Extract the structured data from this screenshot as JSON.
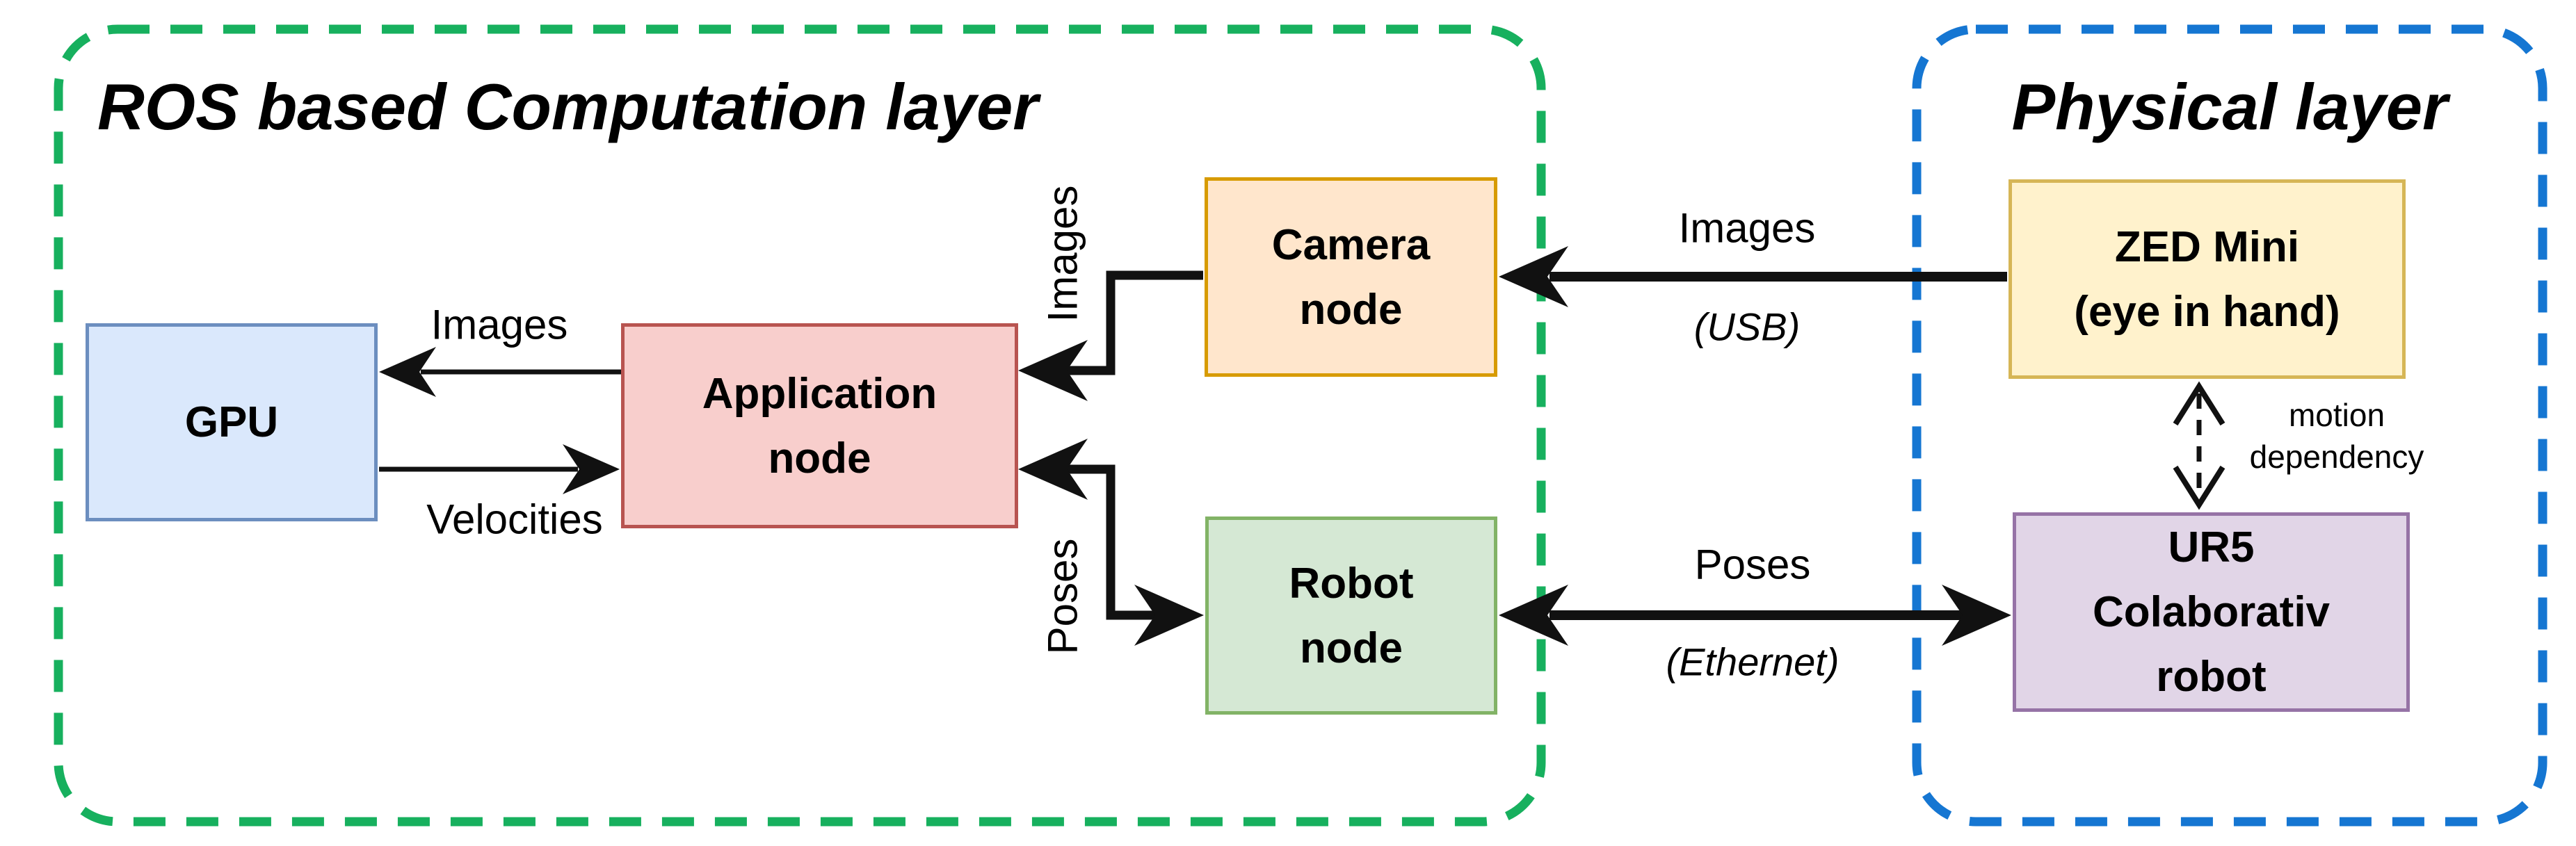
{
  "diagram": {
    "computation_layer": {
      "title": "ROS based Computation layer",
      "border_color": "#17B05E"
    },
    "physical_layer": {
      "title": "Physical layer",
      "border_color": "#1576D2"
    },
    "nodes": {
      "gpu": {
        "label": "GPU",
        "fill": "#DAE8FC",
        "stroke": "#6C8EBF"
      },
      "application": {
        "label": "Application\nnode",
        "fill": "#F8CECC",
        "stroke": "#B85450"
      },
      "camera": {
        "label": "Camera\nnode",
        "fill": "#FFE6CC",
        "stroke": "#D79B00"
      },
      "robot": {
        "label": "Robot\nnode",
        "fill": "#D5E8D4",
        "stroke": "#82B366"
      },
      "zed": {
        "label": "ZED Mini\n(eye in hand)",
        "fill": "#FFF2CC",
        "stroke": "#D6B656"
      },
      "ur5": {
        "label": "UR5\nColaborativ\nrobot",
        "fill": "#E1D5E7",
        "stroke": "#9673A6"
      }
    },
    "edges": {
      "images_to_gpu": {
        "label": "Images"
      },
      "velocities_to_app": {
        "label": "Velocities"
      },
      "images_cam_app": {
        "label": "Images"
      },
      "poses_app_robot": {
        "label": "Poses"
      },
      "images_usb": {
        "label": "Images",
        "sublabel": "(USB)"
      },
      "poses_ethernet": {
        "label": "Poses",
        "sublabel": "(Ethernet)"
      },
      "motion_dependency": {
        "label": "motion\ndependency"
      }
    },
    "arrow_color": "#111111"
  }
}
